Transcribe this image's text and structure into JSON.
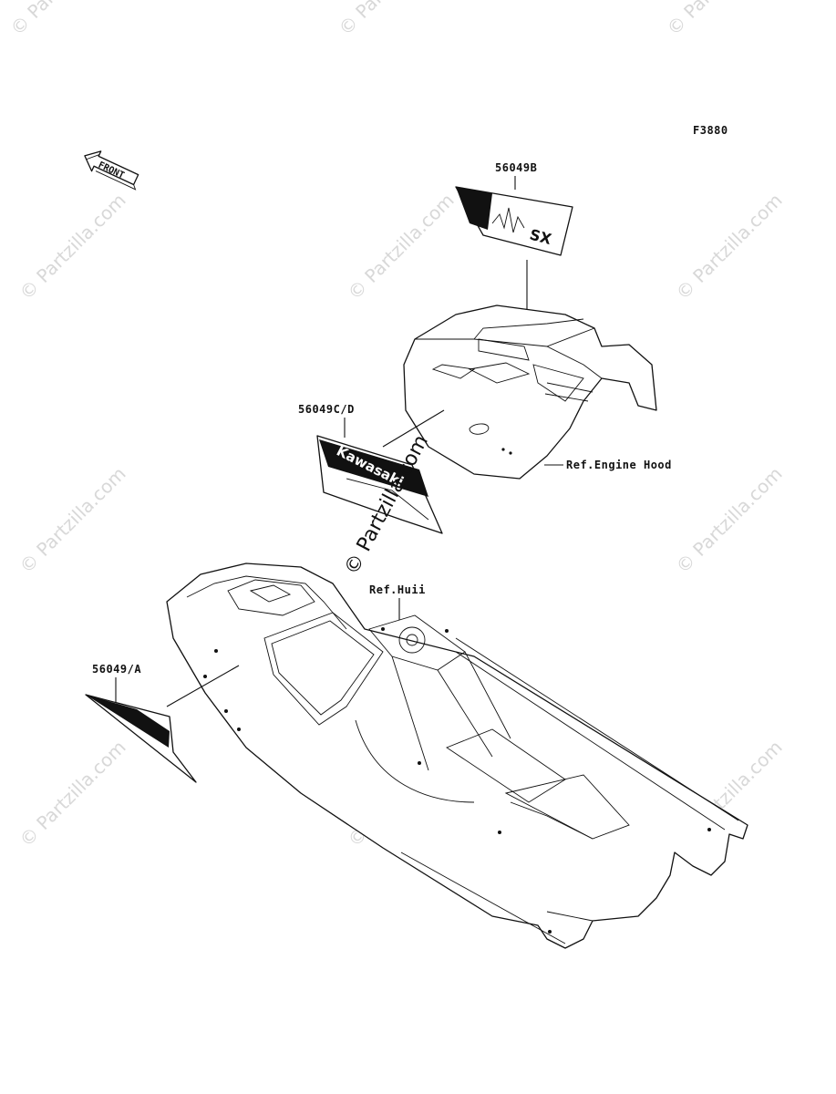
{
  "figure_id": "F3880",
  "front_arrow_label": "FRONT",
  "watermark": "© Partzilla.com",
  "decal_brand_text": "Kawasaki",
  "labels": {
    "part_56049B": "56049B",
    "part_56049CD": "56049C/D",
    "part_56049A": "56049/A",
    "ref_engine_hood": "Ref.Engine Hood",
    "ref_hull": "Ref.Huii"
  }
}
